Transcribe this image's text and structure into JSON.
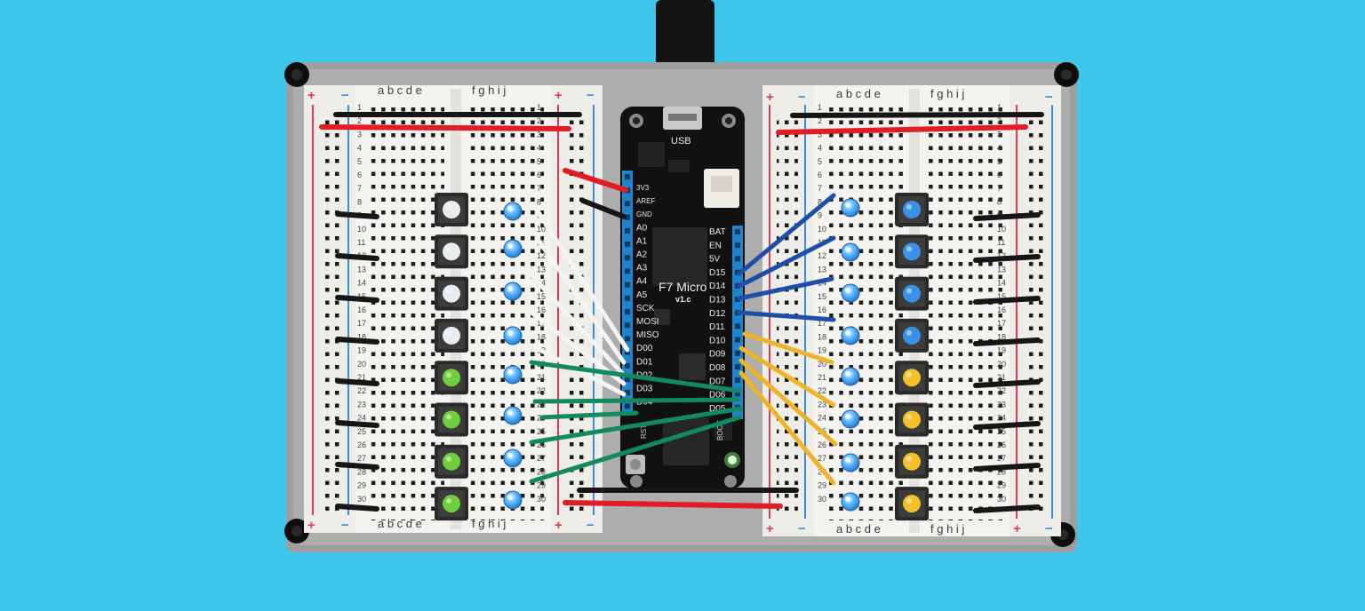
{
  "background_color": "#3fc6ea",
  "board": {
    "title": "F7 Micro",
    "version": "v1.c",
    "usb_label": "USB",
    "rst_label": "RST",
    "boot_label": "BOOT",
    "left_pins": [
      "3V3",
      "AREF",
      "GND",
      "A0",
      "A1",
      "A2",
      "A3",
      "A4",
      "A5",
      "SCK",
      "MOSI",
      "MISO",
      "D00",
      "D01",
      "D02",
      "D03",
      "D04"
    ],
    "right_pins": [
      "BAT",
      "EN",
      "5V",
      "D15",
      "D14",
      "D13",
      "D12",
      "D11",
      "D10",
      "D09",
      "D08",
      "D07",
      "D06",
      "D05"
    ]
  },
  "breadboard": {
    "col_letters_left": "a b c d e",
    "col_letters_right": "f g h i j",
    "plus": "+",
    "minus": "−",
    "row_numbers": [
      "1",
      "2",
      "3",
      "4",
      "5",
      "6",
      "7",
      "8",
      "9",
      "10",
      "11",
      "12",
      "13",
      "14",
      "15",
      "16",
      "17",
      "18",
      "19",
      "20",
      "21",
      "22",
      "23",
      "24",
      "25",
      "26",
      "27",
      "28",
      "29",
      "30"
    ]
  },
  "buttons": {
    "left": [
      "white",
      "white",
      "white",
      "white",
      "green",
      "green",
      "green",
      "green"
    ],
    "right": [
      "blue",
      "blue",
      "blue",
      "blue",
      "yellow",
      "yellow",
      "yellow",
      "yellow"
    ]
  },
  "wire_colors": {
    "white": "#f4f4f4",
    "green": "#138a5e",
    "blue": "#1d4fa8",
    "yellow": "#eeb429",
    "red": "#e21c24",
    "black": "#161616"
  },
  "led_color": "#38a4ff"
}
